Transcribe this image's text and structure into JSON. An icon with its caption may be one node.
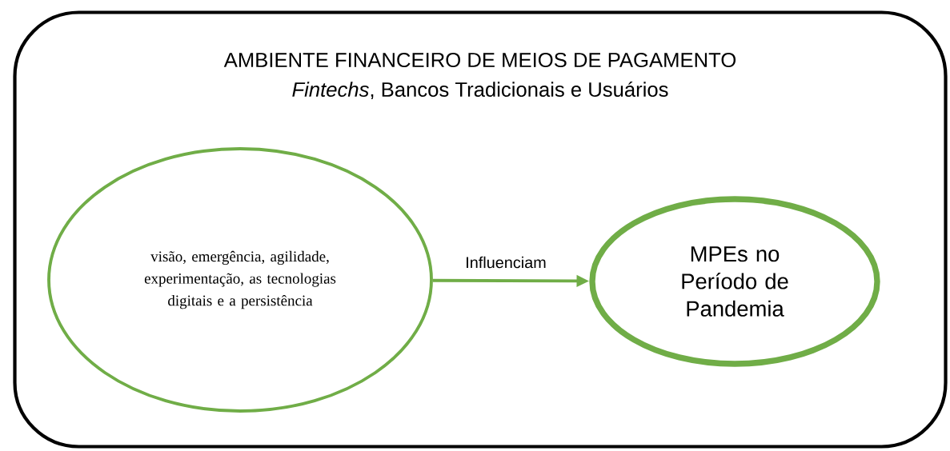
{
  "diagram": {
    "nodes": [
      {
        "text": [
          "AMBIENTE FINANCEIRO DE MEIOS DE PAGAMENTO",
          "*Fintechs*, Bancos Tradicionais e Usuários"
        ]
      },
      {
        "text": [
          "visão, emergência, agilidade, experimentação, as tecnologias digitais e a persistência"
        ],
        "in": 0
      },
      {
        "text": [
          "MPEs no Período de Pandemia"
        ],
        "in": 0
      }
    ],
    "edges": [
      {
        "from": 1,
        "to": 2,
        "arrow": "to",
        "label": "Influenciam"
      }
    ]
  }
}
